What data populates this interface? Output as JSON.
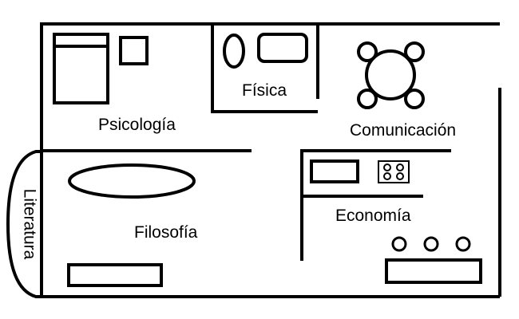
{
  "rooms": {
    "psicologia": "Psicología",
    "fisica": "Física",
    "comunicacion": "Comunicación",
    "filosofia": "Filosofía",
    "economia": "Economía",
    "literatura": "Literatura"
  },
  "colors": {
    "line": "#000000",
    "background": "#ffffff"
  }
}
